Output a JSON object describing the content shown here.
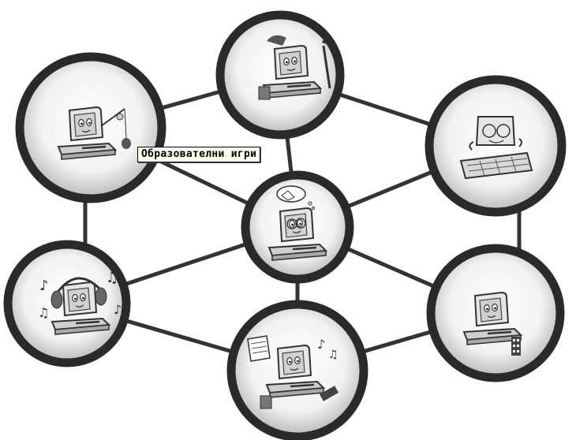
{
  "tooltip": {
    "text": "Образователни игри"
  },
  "colors": {
    "ring": "#2a2a2a",
    "link": "#333333",
    "disk_center": "#ffffff",
    "disk_edge": "#bdbdbd",
    "drawing": "#3a3a3a"
  },
  "nodes": [
    {
      "id": "paint",
      "icon": "computer-with-paintbrush-icon"
    },
    {
      "id": "fishing",
      "icon": "computer-fishing-icon"
    },
    {
      "id": "typing",
      "icon": "computer-typing-keyboard-icon"
    },
    {
      "id": "education",
      "icon": "computer-thinking-with-glasses-icon"
    },
    {
      "id": "music",
      "icon": "computer-with-headphones-icon"
    },
    {
      "id": "video",
      "icon": "computer-with-film-reel-icon"
    },
    {
      "id": "multimedia",
      "icon": "computer-juggling-notes-icon"
    }
  ]
}
